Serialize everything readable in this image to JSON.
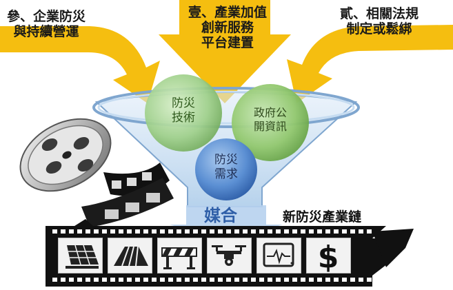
{
  "arrows": {
    "left_label": "參、企業防災\n與持續營運",
    "center_label": "壹、產業加值\n創新服務\n平台建置",
    "right_label": "貳、相關法規\n制定或鬆綁"
  },
  "circles": {
    "tech": "防災\n技術",
    "gov_info": "政府公\n開資訊",
    "demand": "防災\n需求"
  },
  "funnel_output": "媒合",
  "chain_title": "新防災產業鏈",
  "film_icons": [
    "solar-panel-icon",
    "greenhouse-roof-icon",
    "road-barrier-icon",
    "drone-camera-icon",
    "monitor-heartbeat-icon",
    "dollar-icon"
  ],
  "colors": {
    "arrow_yellow": "#f5be10",
    "circle_green": "#8fc46a",
    "circle_blue": "#5b8fd3",
    "funnel_blue": "#9ec3e6",
    "output_text": "#2f5fa8",
    "film_black": "#111111"
  }
}
